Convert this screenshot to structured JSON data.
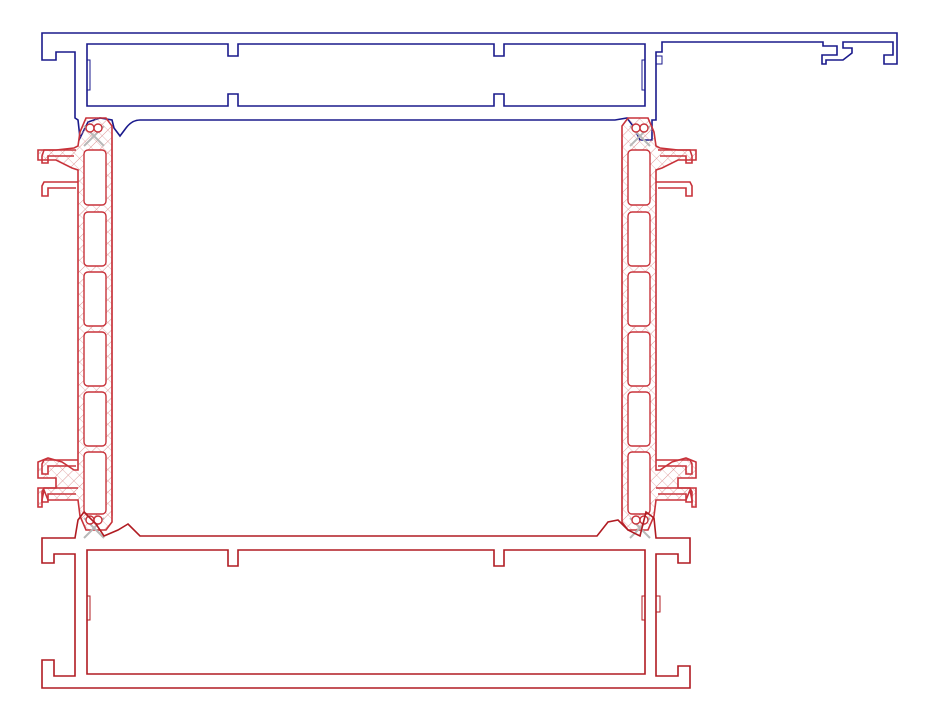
{
  "diagram": {
    "subject": "aluminium-profile-cross-section",
    "colors": {
      "top_profile": "#1a1a8c",
      "bottom_profile": "#b01b22",
      "mullion": "#c8323a",
      "hatch": "#d88a8a",
      "background": "#ffffff"
    },
    "parts": [
      {
        "id": "top-profile",
        "color_key": "top_profile"
      },
      {
        "id": "left-mullion",
        "color_key": "mullion"
      },
      {
        "id": "right-mullion",
        "color_key": "mullion"
      },
      {
        "id": "bottom-profile",
        "color_key": "bottom_profile"
      }
    ]
  }
}
